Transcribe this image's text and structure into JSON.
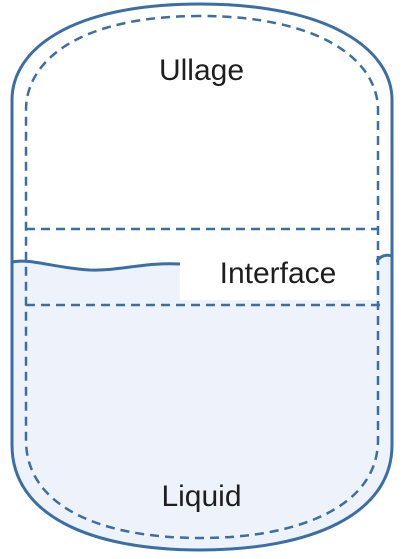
{
  "diagram": {
    "regions": [
      {
        "id": "ullage",
        "label": "Ullage"
      },
      {
        "id": "interface",
        "label": "Interface"
      },
      {
        "id": "liquid",
        "label": "Liquid"
      }
    ]
  },
  "colors": {
    "outline": "#3b6ea5",
    "liquid_fill": "#eef3fb",
    "text": "#1e1e1e"
  }
}
